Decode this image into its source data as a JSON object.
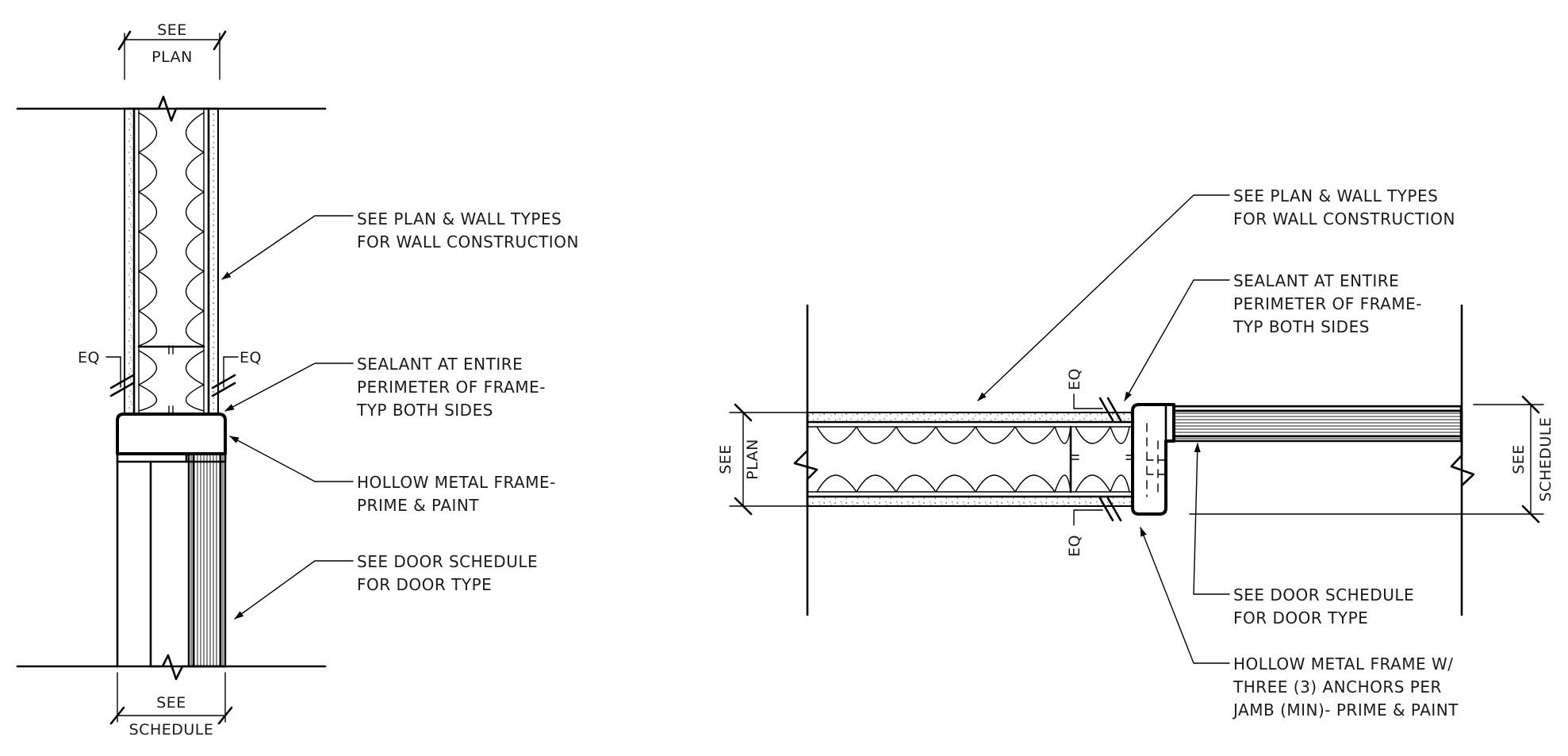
{
  "left_detail": {
    "dim_top": [
      "SEE",
      "PLAN"
    ],
    "dim_bottom": [
      "SEE",
      "SCHEDULE"
    ],
    "eq_left": "EQ",
    "eq_right": "EQ",
    "notes": {
      "wall": [
        "SEE PLAN & WALL TYPES",
        "FOR WALL CONSTRUCTION"
      ],
      "sealant": [
        "SEALANT AT ENTIRE",
        "PERIMETER OF FRAME-",
        "TYP BOTH SIDES"
      ],
      "frame": [
        "HOLLOW METAL FRAME-",
        "PRIME & PAINT"
      ],
      "door": [
        "SEE DOOR SCHEDULE",
        "FOR DOOR TYPE"
      ]
    }
  },
  "right_detail": {
    "dim_left": [
      "SEE",
      "PLAN"
    ],
    "dim_right": [
      "SEE",
      "SCHEDULE"
    ],
    "eq_top": "EQ",
    "eq_bottom": "EQ",
    "notes": {
      "wall": [
        "SEE PLAN & WALL TYPES",
        "FOR WALL CONSTRUCTION"
      ],
      "sealant": [
        "SEALANT AT ENTIRE",
        "PERIMETER OF FRAME-",
        "TYP BOTH SIDES"
      ],
      "door": [
        "SEE DOOR SCHEDULE",
        "FOR DOOR TYPE"
      ],
      "frame": [
        "HOLLOW METAL FRAME W/",
        "THREE (3) ANCHORS PER",
        "JAMB (MIN)- PRIME & PAINT"
      ]
    }
  }
}
